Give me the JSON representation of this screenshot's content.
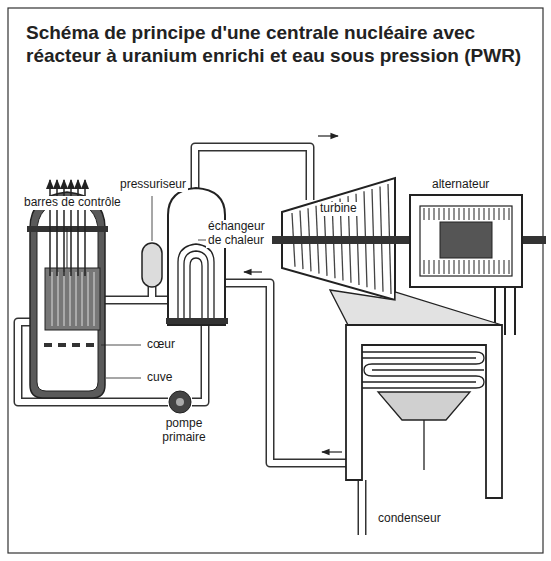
{
  "diagram": {
    "title": "Schéma de principe d'une centrale nucléaire avec réacteur à uranium enrichi et eau sous pression (PWR)",
    "labels": [
      "barres de contrôle",
      "pressuriseur",
      "échangeur de chaleur",
      "turbine",
      "alternateur",
      "cœur",
      "cuve",
      "pompe primaire",
      "condenseur"
    ]
  }
}
